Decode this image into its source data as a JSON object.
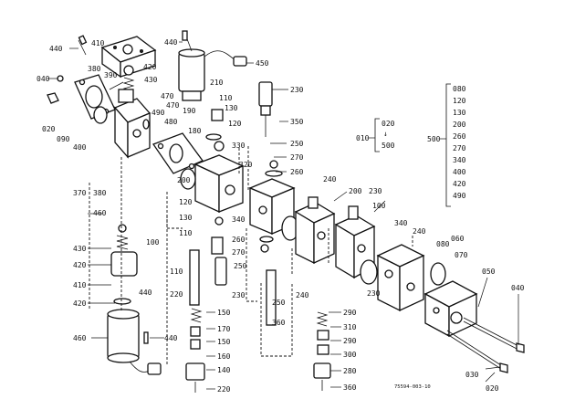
{
  "diagram": {
    "drawing_code": "75594-003-10",
    "callouts": [
      {
        "id": "c440a",
        "text": "440"
      },
      {
        "id": "c410a",
        "text": "410"
      },
      {
        "id": "c420a",
        "text": "420"
      },
      {
        "id": "c430a",
        "text": "430"
      },
      {
        "id": "c380a",
        "text": "380"
      },
      {
        "id": "c390a",
        "text": "390"
      },
      {
        "id": "c040a",
        "text": "040"
      },
      {
        "id": "c020a",
        "text": "020"
      },
      {
        "id": "c090a",
        "text": "090"
      },
      {
        "id": "c400a",
        "text": "400"
      },
      {
        "id": "c440b",
        "text": "440"
      },
      {
        "id": "c450a",
        "text": "450"
      },
      {
        "id": "c470a",
        "text": "470"
      },
      {
        "id": "c470b",
        "text": "470"
      },
      {
        "id": "c480a",
        "text": "480"
      },
      {
        "id": "c490a",
        "text": "490"
      },
      {
        "id": "c190a",
        "text": "190"
      },
      {
        "id": "c210a",
        "text": "210"
      },
      {
        "id": "c110a",
        "text": "110"
      },
      {
        "id": "c130a",
        "text": "130"
      },
      {
        "id": "c120a",
        "text": "120"
      },
      {
        "id": "c230a",
        "text": "230"
      },
      {
        "id": "c180a",
        "text": "180"
      },
      {
        "id": "c330a",
        "text": "330"
      },
      {
        "id": "c350a",
        "text": "350"
      },
      {
        "id": "c250a",
        "text": "250"
      },
      {
        "id": "c270a",
        "text": "270"
      },
      {
        "id": "c260a",
        "text": "260"
      },
      {
        "id": "c320a",
        "text": "320"
      },
      {
        "id": "c200a",
        "text": "200"
      },
      {
        "id": "c370a",
        "text": "370"
      },
      {
        "id": "c380b",
        "text": "380"
      },
      {
        "id": "c460a",
        "text": "460"
      },
      {
        "id": "c120b",
        "text": "120"
      },
      {
        "id": "c130b",
        "text": "130"
      },
      {
        "id": "c110b",
        "text": "110"
      },
      {
        "id": "c100a",
        "text": "100"
      },
      {
        "id": "c340a",
        "text": "340"
      },
      {
        "id": "c240a",
        "text": "240"
      },
      {
        "id": "c200b",
        "text": "200"
      },
      {
        "id": "c230b",
        "text": "230"
      },
      {
        "id": "c100b",
        "text": "100"
      },
      {
        "id": "c340b",
        "text": "340"
      },
      {
        "id": "c240b",
        "text": "240"
      },
      {
        "id": "c080a",
        "text": "080"
      },
      {
        "id": "c060a",
        "text": "060"
      },
      {
        "id": "c070a",
        "text": "070"
      },
      {
        "id": "c050a",
        "text": "050"
      },
      {
        "id": "c040b",
        "text": "040"
      },
      {
        "id": "c430b",
        "text": "430"
      },
      {
        "id": "c420b",
        "text": "420"
      },
      {
        "id": "c410b",
        "text": "410"
      },
      {
        "id": "c440c",
        "text": "440"
      },
      {
        "id": "c420c",
        "text": "420"
      },
      {
        "id": "c460b",
        "text": "460"
      },
      {
        "id": "c440d",
        "text": "440"
      },
      {
        "id": "c110c",
        "text": "110"
      },
      {
        "id": "c220a",
        "text": "220"
      },
      {
        "id": "c230c",
        "text": "230"
      },
      {
        "id": "c150a",
        "text": "150"
      },
      {
        "id": "c170a",
        "text": "170"
      },
      {
        "id": "c150b",
        "text": "150"
      },
      {
        "id": "c160a",
        "text": "160"
      },
      {
        "id": "c140a",
        "text": "140"
      },
      {
        "id": "c220b",
        "text": "220"
      },
      {
        "id": "c260b",
        "text": "260"
      },
      {
        "id": "c270b",
        "text": "270"
      },
      {
        "id": "c250b",
        "text": "250"
      },
      {
        "id": "c240c",
        "text": "240"
      },
      {
        "id": "c250c",
        "text": "250"
      },
      {
        "id": "c360a",
        "text": "360"
      },
      {
        "id": "c230d",
        "text": "230"
      },
      {
        "id": "c290a",
        "text": "290"
      },
      {
        "id": "c310a",
        "text": "310"
      },
      {
        "id": "c290b",
        "text": "290"
      },
      {
        "id": "c300a",
        "text": "300"
      },
      {
        "id": "c280a",
        "text": "280"
      },
      {
        "id": "c360b",
        "text": "360"
      },
      {
        "id": "c030a",
        "text": "030"
      },
      {
        "id": "c020b",
        "text": "020"
      }
    ],
    "bracket_010": {
      "label": "010",
      "items": [
        "020",
        "500"
      ]
    },
    "bracket_500": {
      "label": "500",
      "items": [
        "080",
        "120",
        "130",
        "200",
        "260",
        "270",
        "340",
        "400",
        "420",
        "490"
      ]
    }
  }
}
